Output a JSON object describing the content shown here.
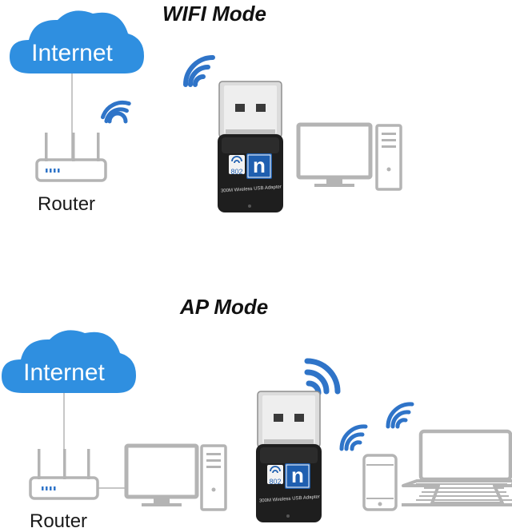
{
  "sections": {
    "wifi": {
      "title": "WIFI Mode",
      "cloud_label": "Internet",
      "router_label": "Router"
    },
    "ap": {
      "title": "AP Mode",
      "cloud_label": "Internet",
      "router_label": "Router"
    }
  },
  "adapter": {
    "badge_number": "802",
    "badge_letter": "n",
    "product_text": "300M Wireless USB Adapter"
  },
  "colors": {
    "cloud": "#2f8fe0",
    "wifi_signal": "#2f74c8",
    "device_gray": "#b4b4b4",
    "adapter_body": "#1e1e1e",
    "adapter_badge": "#1f5fb0"
  },
  "icons": [
    "cloud-icon",
    "router-icon",
    "wifi-signal-icon",
    "usb-adapter-icon",
    "desktop-monitor-icon",
    "pc-tower-icon",
    "smartphone-icon",
    "laptop-icon"
  ]
}
